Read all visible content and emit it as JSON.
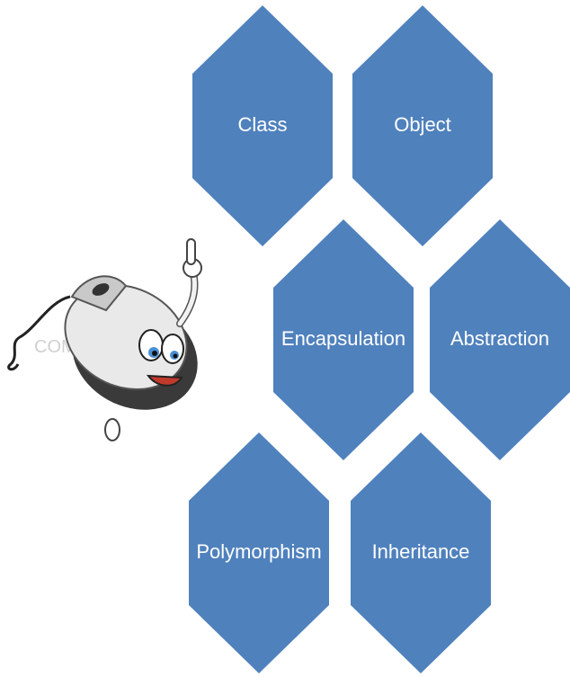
{
  "hexagons": [
    {
      "label": "Class"
    },
    {
      "label": "Object"
    },
    {
      "label": "Encapsulation"
    },
    {
      "label": "Abstraction"
    },
    {
      "label": "Polymorphism"
    },
    {
      "label": "Inheritance"
    }
  ],
  "colors": {
    "hex_fill": "#4f81bd",
    "hex_label": "#ffffff",
    "background": "#ffffff"
  },
  "mascot": {
    "icon": "computer-mouse-mascot-icon",
    "faint_text": "COMPUTER"
  }
}
